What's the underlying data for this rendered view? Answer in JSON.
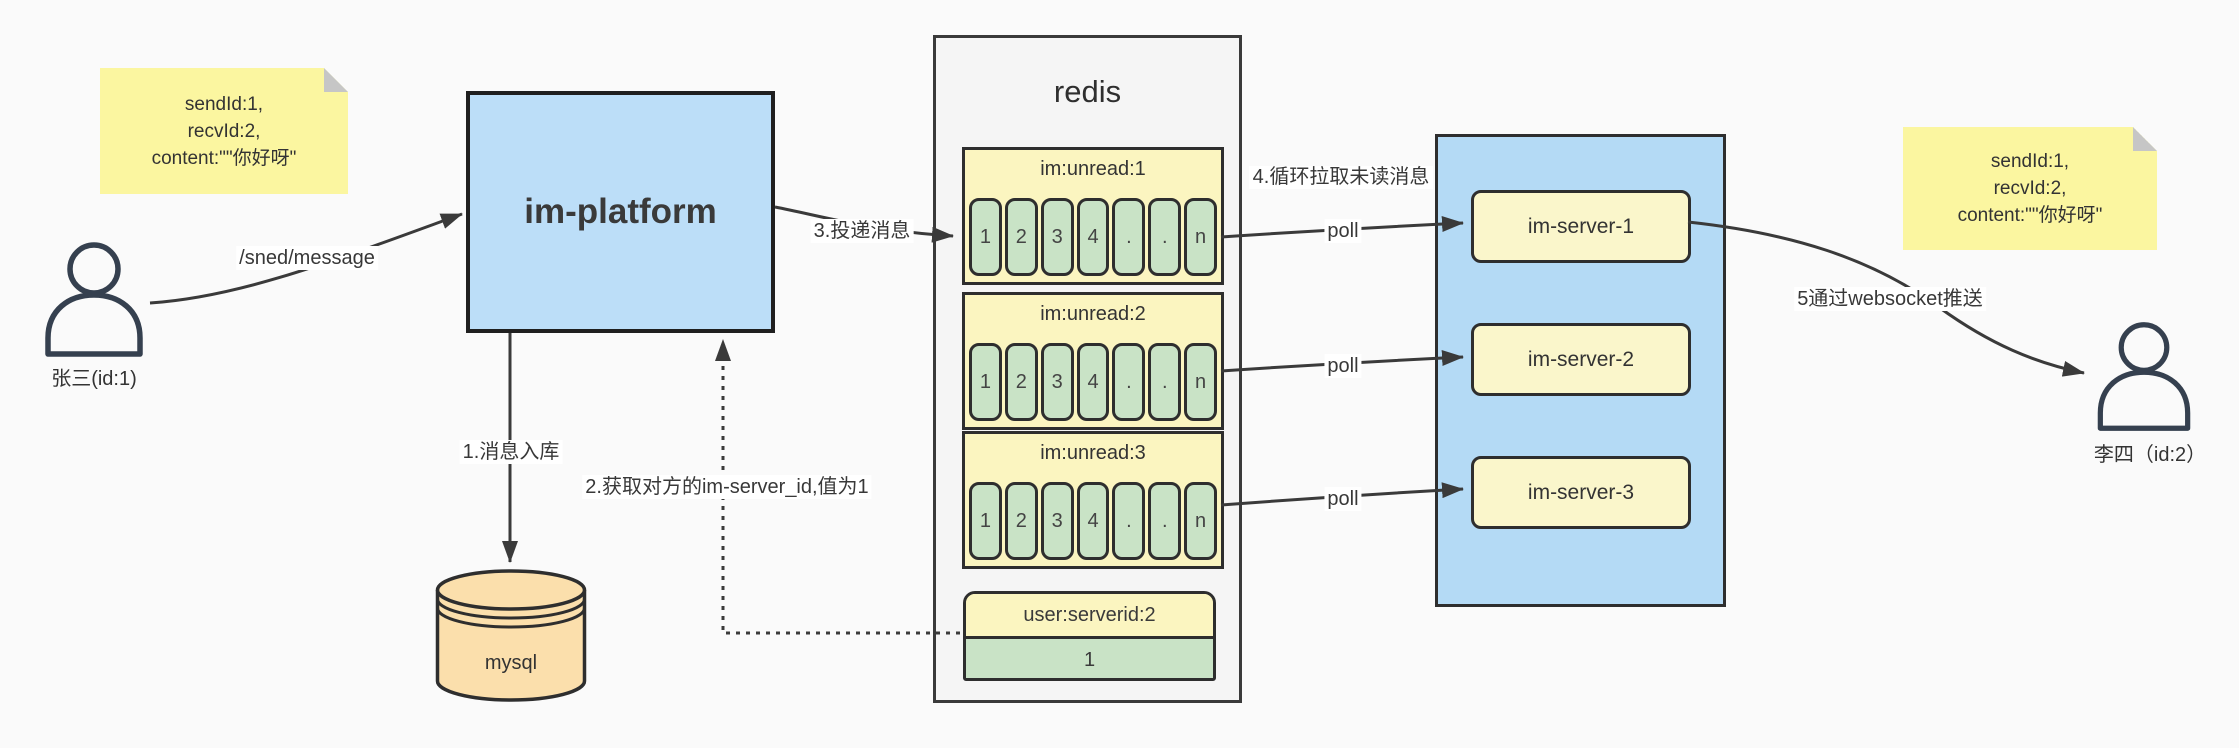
{
  "colors": {
    "background": "#fafafa",
    "note_yellow": "#fbf6a0",
    "platform_blue": "#bcdef8",
    "cluster_blue": "#b4daf5",
    "panel_gray": "#f5f5f5",
    "box_yellow": "#fbf5c0",
    "server_yellow": "#faf6cb",
    "cell_green": "#c9e3c6",
    "mysql_orange": "#fbdfac",
    "line_dark": "#3a3a3a"
  },
  "note_left": {
    "line1": "sendId:1,",
    "line2": "recvId:2,",
    "line3": "content:\"\"你好呀\""
  },
  "note_right": {
    "line1": "sendId:1,",
    "line2": "recvId:2,",
    "line3": "content:\"\"你好呀\""
  },
  "sender": {
    "label": "张三(id:1)"
  },
  "receiver": {
    "label": "李四（id:2）"
  },
  "platform": {
    "label": "im-platform"
  },
  "mysql": {
    "label": "mysql"
  },
  "redis": {
    "title": "redis",
    "queues": [
      {
        "name": "im:unread:1",
        "cells": [
          "1",
          "2",
          "3",
          "4",
          ".",
          ".",
          "n"
        ]
      },
      {
        "name": "im:unread:2",
        "cells": [
          "1",
          "2",
          "3",
          "4",
          ".",
          ".",
          "n"
        ]
      },
      {
        "name": "im:unread:3",
        "cells": [
          "1",
          "2",
          "3",
          "4",
          ".",
          ".",
          "n"
        ]
      }
    ],
    "kv": {
      "key": "user:serverid:2",
      "value": "1"
    }
  },
  "cluster": {
    "servers": [
      {
        "label": "im-server-1"
      },
      {
        "label": "im-server-2"
      },
      {
        "label": "im-server-3"
      }
    ]
  },
  "edges": {
    "send_label": "/sned/message",
    "step1": "1.消息入库",
    "step2": "2.获取对方的im-server_id,值为1",
    "step3": "3.投递消息",
    "step4": "4.循环拉取未读消息",
    "step5": "5通过websocket推送",
    "poll_labels": [
      "poll",
      "poll",
      "poll"
    ]
  }
}
